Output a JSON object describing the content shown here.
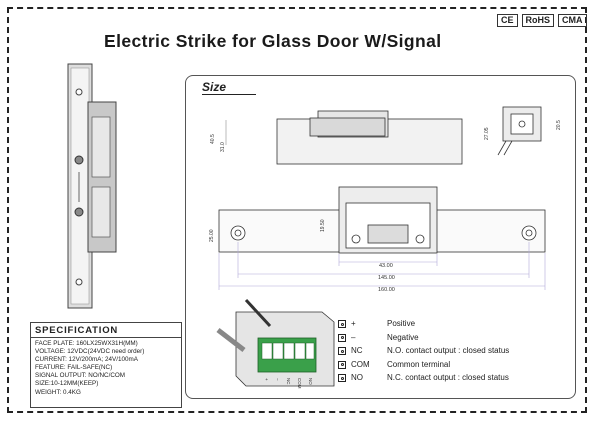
{
  "title": "Electric Strike for Glass Door W/Signal",
  "certifications": [
    "CE",
    "RoHS",
    "CMA"
  ],
  "size_section": {
    "label": "Size",
    "dimensions": [
      "40.5",
      "31.0",
      "27.05",
      "20.5",
      "25.00",
      "19.50",
      "43.00",
      "145.00",
      "160.00"
    ]
  },
  "terminal_labels": [
    "+",
    "−",
    "NC",
    "COM",
    "NO"
  ],
  "specification": {
    "title": "SPECIFICATION",
    "lines": [
      "FACE PLATE: 160LX25WX31H(MM)",
      "VOLTAGE: 12VDC(24VDC need order)",
      "CURRENT: 12V/200mA; 24V/100mA",
      "FEATURE:  FAIL-SAFE(NC)",
      "SIGNAL OUTPUT:  NO/NC/COM",
      "SIZE:10-12MM(KEEP)",
      "WEIGHT: 0.4KG"
    ]
  },
  "legend": [
    {
      "symbol": "+",
      "desc": "Positive"
    },
    {
      "symbol": "–",
      "desc": "Negative"
    },
    {
      "symbol": "NC",
      "desc": "N.O. contact output : closed status"
    },
    {
      "symbol": "COM",
      "desc": "Common terminal"
    },
    {
      "symbol": "NO",
      "desc": "N.C. contact output : closed status"
    }
  ],
  "colors": {
    "terminal_block": "#3aa04a",
    "frame": "#222222",
    "dimension_lines": "#b0a8d8"
  }
}
